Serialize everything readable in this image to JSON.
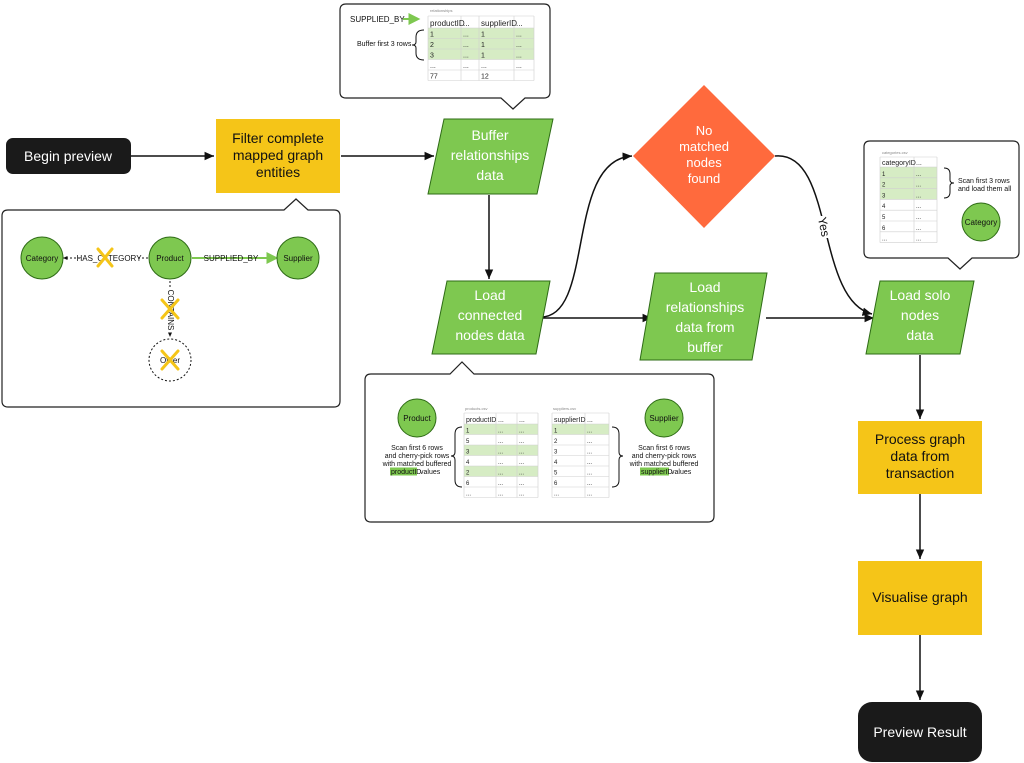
{
  "colors": {
    "green": "#7ec850",
    "yellow": "#f5c518",
    "orange": "#ff6a3d",
    "dark": "#1a1a1a",
    "row_highlight": "#d6ecc4",
    "cross": "#f5c518"
  },
  "flow": {
    "begin": "Begin preview",
    "filter": [
      "Filter complete",
      "mapped graph",
      "entities"
    ],
    "buffer": [
      "Buffer",
      "relationships",
      "data"
    ],
    "no_match": [
      "No",
      "matched",
      "nodes",
      "found"
    ],
    "yes": "Yes",
    "load_connected": [
      "Load",
      "connected",
      "nodes data"
    ],
    "load_rel": [
      "Load",
      "relationships",
      "data from",
      "buffer"
    ],
    "load_solo": [
      "Load solo",
      "nodes",
      "data"
    ],
    "process": [
      "Process graph",
      "data from",
      "transaction"
    ],
    "visualise": "Visualise graph",
    "result": "Preview Result"
  },
  "graph_callout": {
    "category": "Category",
    "product": "Product",
    "supplier": "Supplier",
    "other": "Other",
    "has_category": "HAS_CATEGORY",
    "supplied_by": "SUPPLIED_BY",
    "contains": "CONTAINS"
  },
  "buffer_callout": {
    "rel_label": "SUPPLIED_BY",
    "note": "Buffer first 3 rows",
    "table_title": "relationships",
    "headers": [
      "productID",
      "...",
      "supplierID",
      "..."
    ],
    "rows": [
      [
        "1",
        "...",
        "1",
        "..."
      ],
      [
        "2",
        "...",
        "1",
        "..."
      ],
      [
        "3",
        "...",
        "1",
        "..."
      ],
      [
        "...",
        "...",
        "...",
        "..."
      ],
      [
        "77",
        "",
        "12",
        ""
      ]
    ]
  },
  "category_callout": {
    "table_title": "categories.csv",
    "headers": [
      "categoryID",
      "..."
    ],
    "rows": [
      [
        "1",
        "..."
      ],
      [
        "2",
        "..."
      ],
      [
        "3",
        "..."
      ],
      [
        "4",
        "..."
      ],
      [
        "5",
        "..."
      ],
      [
        "6",
        "..."
      ],
      [
        "...",
        "..."
      ]
    ],
    "note": [
      "Scan first 3 rows",
      "and load them all"
    ],
    "node": "Category"
  },
  "connected_callout": {
    "product_node": "Product",
    "supplier_node": "Supplier",
    "product_title": "products.csv",
    "supplier_title": "suppliers.csv",
    "product_headers": [
      "productID",
      "...",
      "..."
    ],
    "supplier_headers": [
      "supplierID",
      "..."
    ],
    "product_rows": [
      [
        "1",
        "...",
        "..."
      ],
      [
        "5",
        "...",
        "..."
      ],
      [
        "3",
        "...",
        "..."
      ],
      [
        "4",
        "...",
        "..."
      ],
      [
        "2",
        "...",
        "..."
      ],
      [
        "6",
        "...",
        "..."
      ],
      [
        "...",
        "...",
        "..."
      ]
    ],
    "supplier_rows": [
      [
        "1",
        "..."
      ],
      [
        "2",
        "..."
      ],
      [
        "3",
        "..."
      ],
      [
        "4",
        "..."
      ],
      [
        "5",
        "..."
      ],
      [
        "6",
        "..."
      ],
      [
        "...",
        "..."
      ]
    ],
    "left_note": [
      "Scan first 6 rows",
      "and cherry-pick rows",
      "with matched buffered"
    ],
    "left_hl": "productID",
    "right_note": [
      "Scan first 6 rows",
      "and cherry-pick rows",
      "with matched buffered"
    ],
    "right_hl": "supplierID",
    "values_word": "values"
  }
}
